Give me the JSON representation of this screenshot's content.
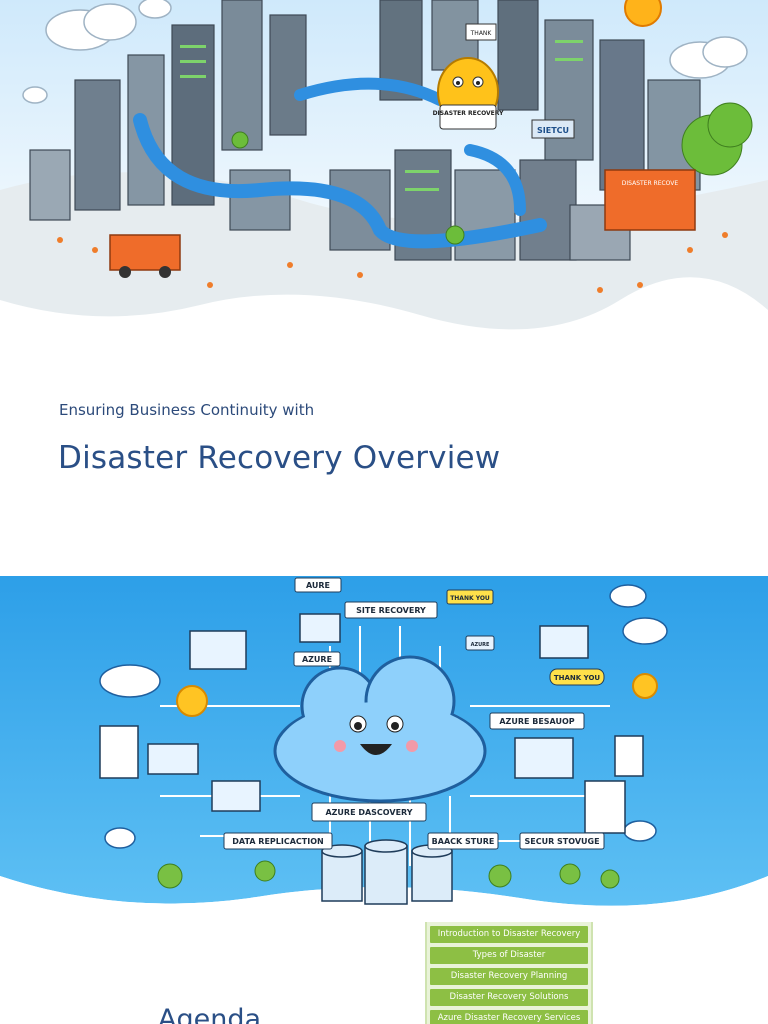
{
  "slide1": {
    "subtitle": "Ensuring Business Continuity with",
    "title": "Disaster Recovery Overview",
    "illustration": {
      "sign_thank": "THANK",
      "sign_mascot": "DISASTER RECOVERY",
      "sign_building": "SIETCU",
      "sign_container": "DISASTER RECOVE"
    }
  },
  "slide2": {
    "illustration": {
      "label_aure": "AURE",
      "label_site_recovery": "SITE RECOVERY",
      "label_thank_you_top": "THANK YOU",
      "label_azure": "AZURE",
      "label_thank_you_right": "THANK YOU",
      "label_azure_besauop": "AZURE BESAUOP",
      "label_azure_dascovery": "AZURE DASCOVERY",
      "label_data_replication": "DATA REPLICACTION",
      "label_baack_sture": "BAACK STURE",
      "label_secur_stovuge": "SECUR STOVUGE",
      "label_azure_small": "AZURE"
    },
    "agenda_title": "Agenda",
    "agenda_items": [
      "Introduction to Disaster Recovery",
      "Types of Disaster",
      "Disaster Recovery Planning",
      "Disaster Recovery Solutions",
      "Azure Disaster Recovery Services"
    ]
  },
  "colors": {
    "title": "#2a4f86",
    "sky_blue": "#2ea4ec",
    "agenda_green": "#8dbf44",
    "agenda_bg": "#e9f3d8"
  }
}
